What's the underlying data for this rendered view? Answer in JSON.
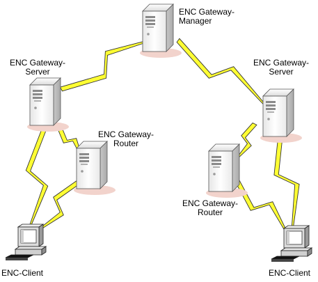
{
  "nodes": {
    "manager": {
      "line1": "ENC Gateway-",
      "line2": "Manager",
      "icon": "server-tower-icon"
    },
    "left_server": {
      "line1": "ENC Gateway-",
      "line2": "Server",
      "icon": "server-tower-icon"
    },
    "right_server": {
      "line1": "ENC Gateway-",
      "line2": "Server",
      "icon": "server-tower-icon"
    },
    "left_router": {
      "line1": "ENC Gateway-",
      "line2": "Router",
      "icon": "server-tower-icon"
    },
    "right_router": {
      "line1": "ENC Gateway-",
      "line2": "Router",
      "icon": "server-tower-icon"
    },
    "left_client": {
      "label": "ENC-Client",
      "icon": "desktop-computer-icon"
    },
    "right_client": {
      "label": "ENC-Client",
      "icon": "desktop-computer-icon"
    }
  },
  "colors": {
    "link_fill": "#ffff33",
    "link_stroke": "#333333",
    "server_body": "#f4f4f4",
    "server_side": "#cfcfcf",
    "server_shadow": "#f2d3cc"
  }
}
